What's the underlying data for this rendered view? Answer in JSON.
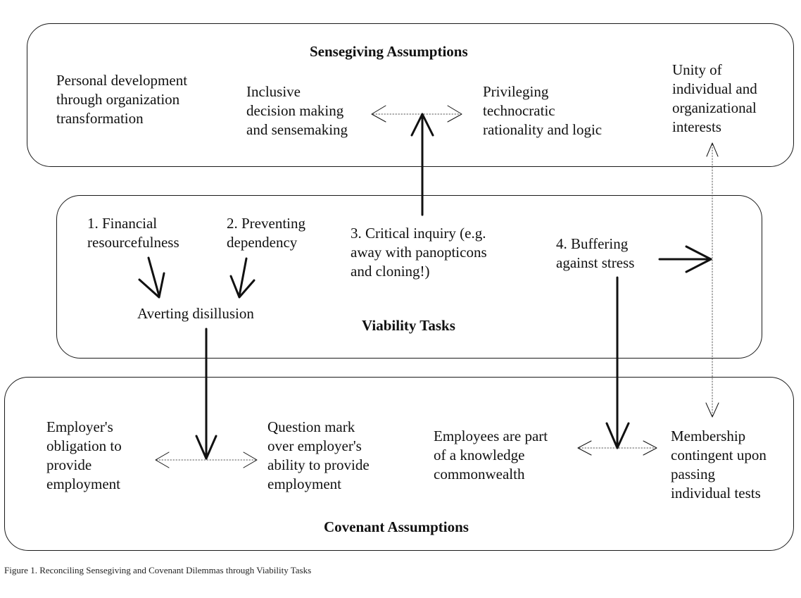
{
  "sensegiving": {
    "heading": "Sensegiving Assumptions",
    "personal_development": "Personal development\nthrough organization\ntransformation",
    "inclusive": "Inclusive\ndecision making\nand sensemaking",
    "privileging": "Privileging\ntechnocratic\nrationality and logic",
    "unity": "Unity of\nindividual and\norganizational\ninterests"
  },
  "viability": {
    "heading": "Viability Tasks",
    "financial": "1. Financial\nresourcefulness",
    "preventing": "2. Preventing\ndependency",
    "critical": "3. Critical inquiry (e.g.\naway with panopticons\nand cloning!)",
    "buffering": "4. Buffering\nagainst stress",
    "averting": "Averting disillusion"
  },
  "covenant": {
    "heading": "Covenant Assumptions",
    "obligation": "Employer's\nobligation to\nprovide\nemployment",
    "question_mark": "Question mark\nover employer's\nability to provide\nemployment",
    "commonwealth": "Employees are part\nof a knowledge\ncommonwealth",
    "membership": "Membership\ncontingent upon\npassing\nindividual tests"
  },
  "caption": "Figure 1. Reconciling Sensegiving and Covenant Dilemmas through Viability Tasks"
}
